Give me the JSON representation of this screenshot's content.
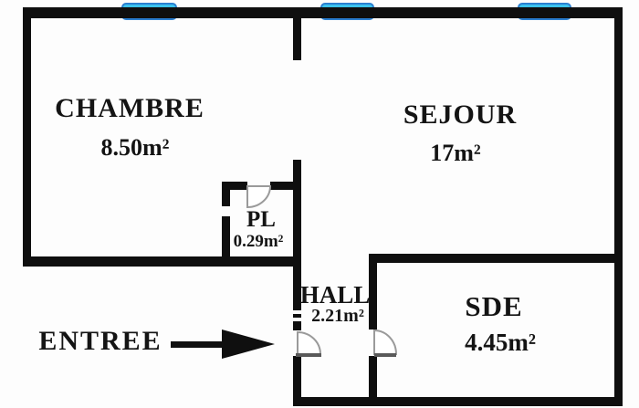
{
  "plan": {
    "rooms": [
      {
        "name": "CHAMBRE",
        "area": "8.50m²"
      },
      {
        "name": "SEJOUR",
        "area": "17m²"
      },
      {
        "name": "PL",
        "area": "0.29m²"
      },
      {
        "name": "HALL",
        "area": "2.21m²"
      },
      {
        "name": "SDE",
        "area": "4.45m²"
      }
    ],
    "entrance_label": "ENTREE",
    "windows": [
      "window-top-left",
      "window-top-middle",
      "window-top-right"
    ],
    "colors": {
      "wall": "#0f0f0f",
      "window_fill": "#3bc2ec",
      "window_border": "#2b7fd0",
      "door_swing": "#9a9a9a",
      "label_text": "#141414"
    }
  }
}
